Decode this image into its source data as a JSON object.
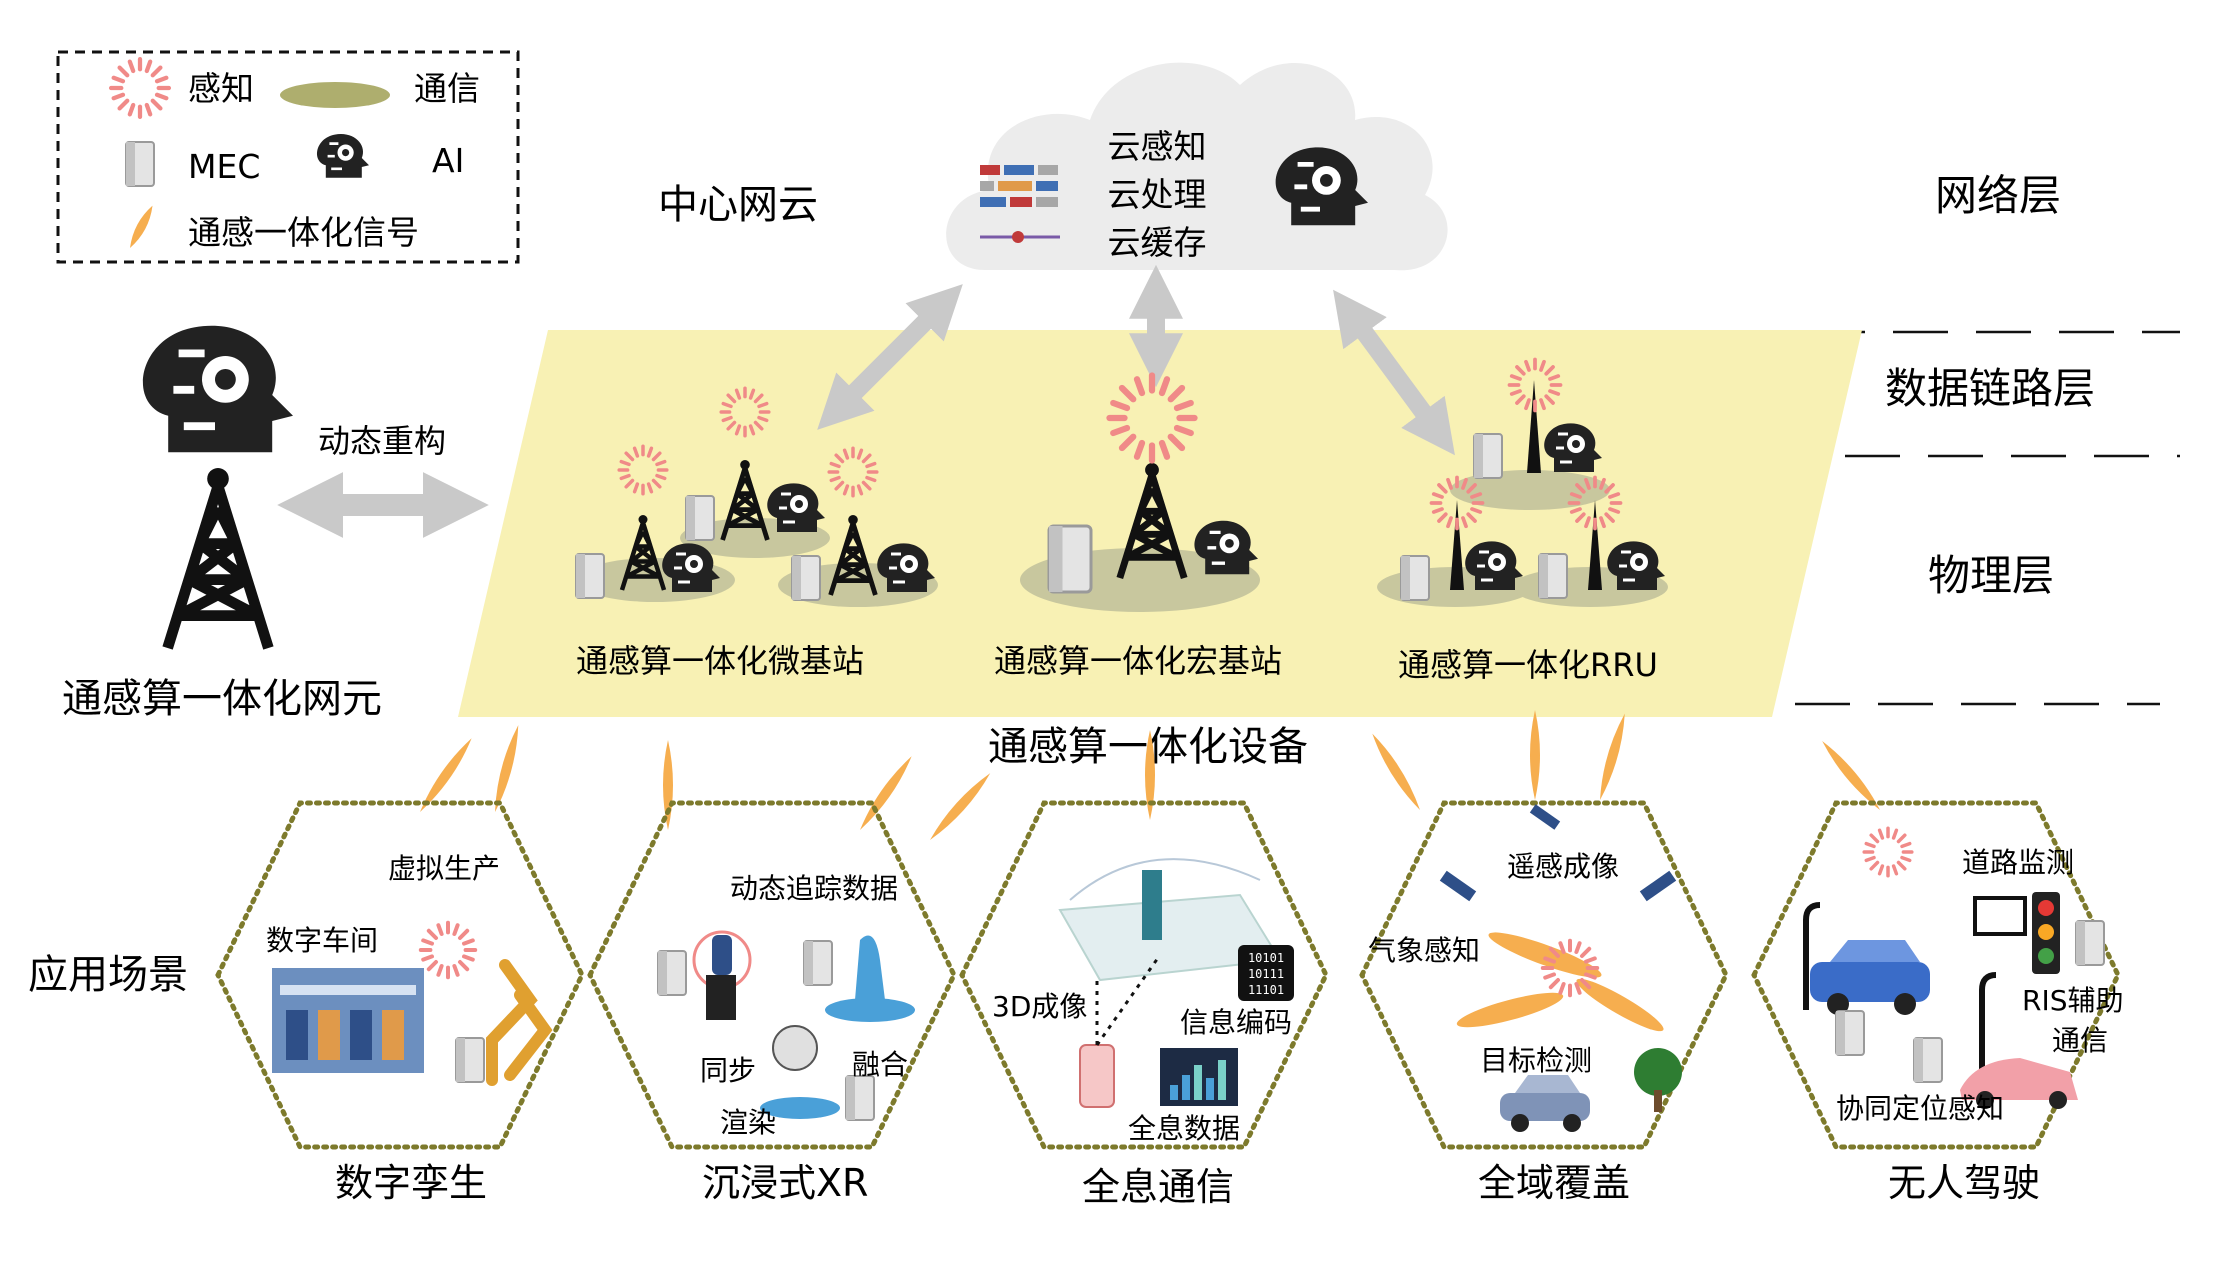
{
  "legend": {
    "sensing": "感知",
    "communication": "通信",
    "mec": "MEC",
    "ai": "AI",
    "isac_signal": "通感一体化信号"
  },
  "network": {
    "center_cloud": "中心网云",
    "cloud_functions": [
      "云感知",
      "云处理",
      "云缓存"
    ]
  },
  "layers": {
    "network": "网络层",
    "data_link": "数据链路层",
    "physical": "物理层"
  },
  "element": {
    "reconfig": "动态重构",
    "name": "通感算一体化网元"
  },
  "devices": {
    "micro_bs": "通感算一体化微基站",
    "macro_bs": "通感算一体化宏基站",
    "rru": "通感算一体化RRU",
    "group": "通感算一体化设备"
  },
  "scenarios_title": "应用场景",
  "scenarios": [
    {
      "name": "数字孪生",
      "labels": [
        "虚拟生产",
        "数字车间"
      ]
    },
    {
      "name": "沉浸式XR",
      "labels": [
        "动态追踪数据",
        "同步",
        "渲染",
        "融合"
      ]
    },
    {
      "name": "全息通信",
      "labels": [
        "3D成像",
        "信息编码",
        "全息数据"
      ],
      "code": [
        "10101",
        "10111",
        "11101"
      ]
    },
    {
      "name": "全域覆盖",
      "labels": [
        "遥感成像",
        "气象感知",
        "目标检测"
      ]
    },
    {
      "name": "无人驾驶",
      "labels": [
        "道路监测",
        "RIS辅助",
        "通信",
        "协同定位感知"
      ]
    }
  ],
  "colors": {
    "plane": "#f8f1b4",
    "ground_ellipse": "#c8c79e",
    "signal": "#f6ae4f",
    "sensing": "#f08a88",
    "arrow": "#c9c9c9",
    "hexagon": "#7d7a2c",
    "cloud": "#ececec"
  }
}
